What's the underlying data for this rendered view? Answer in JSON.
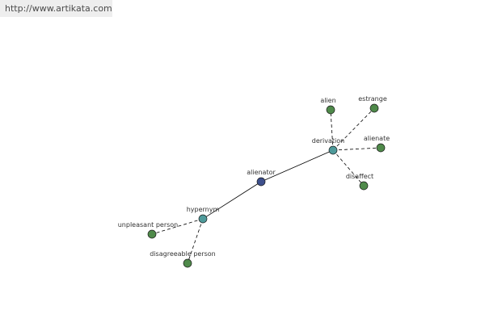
{
  "header": {
    "url": "http://www.artikata.com"
  },
  "colors": {
    "center": "#3d4f8c",
    "relation": "#4e9a9a",
    "leaf": "#4f8a4a",
    "edge": "#000000"
  },
  "graph": {
    "nodes": [
      {
        "id": "alienator",
        "label": "alienator",
        "kind": "center"
      },
      {
        "id": "derivation",
        "label": "derivation",
        "kind": "relation"
      },
      {
        "id": "hypernym",
        "label": "hypernym",
        "kind": "relation"
      },
      {
        "id": "alien",
        "label": "alien",
        "kind": "leaf"
      },
      {
        "id": "estrange",
        "label": "estrange",
        "kind": "leaf"
      },
      {
        "id": "alienate",
        "label": "alienate",
        "kind": "leaf"
      },
      {
        "id": "disaffect",
        "label": "disaffect",
        "kind": "leaf"
      },
      {
        "id": "unpleasant-person",
        "label": "unpleasant person",
        "kind": "leaf"
      },
      {
        "id": "disagreeable-person",
        "label": "disagreeable person",
        "kind": "leaf"
      }
    ],
    "edges": [
      {
        "from": "alienator",
        "to": "derivation",
        "style": "solid"
      },
      {
        "from": "alienator",
        "to": "hypernym",
        "style": "solid"
      },
      {
        "from": "derivation",
        "to": "alien",
        "style": "dashed"
      },
      {
        "from": "derivation",
        "to": "estrange",
        "style": "dashed"
      },
      {
        "from": "derivation",
        "to": "alienate",
        "style": "dashed"
      },
      {
        "from": "derivation",
        "to": "disaffect",
        "style": "dashed"
      },
      {
        "from": "hypernym",
        "to": "unpleasant-person",
        "style": "dashed"
      },
      {
        "from": "hypernym",
        "to": "disagreeable-person",
        "style": "dashed"
      }
    ]
  }
}
